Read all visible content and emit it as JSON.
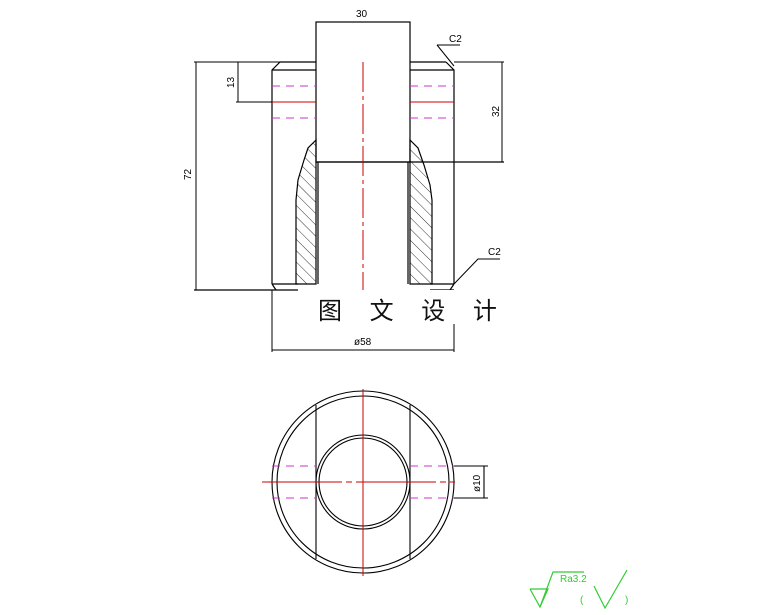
{
  "drawing": {
    "title_watermark": "图 文 设 计",
    "colors": {
      "outline": "#000000",
      "centerline": "#cc0000",
      "hidden_line": "#cc33cc",
      "roughness_symbol": "#33cc33"
    },
    "front_view": {
      "dimensions": {
        "top_width": "30",
        "upper_slot_depth": "13",
        "total_height": "72",
        "bore_depth": "32",
        "outer_diameter": "ø58",
        "chamfer_top": "C2",
        "chamfer_bottom": "C2"
      }
    },
    "top_view": {
      "dimensions": {
        "hole_diameter": "ø10"
      }
    },
    "surface_roughness": {
      "value": "Ra3.2",
      "open_paren": "(",
      "close_paren": ")"
    }
  }
}
